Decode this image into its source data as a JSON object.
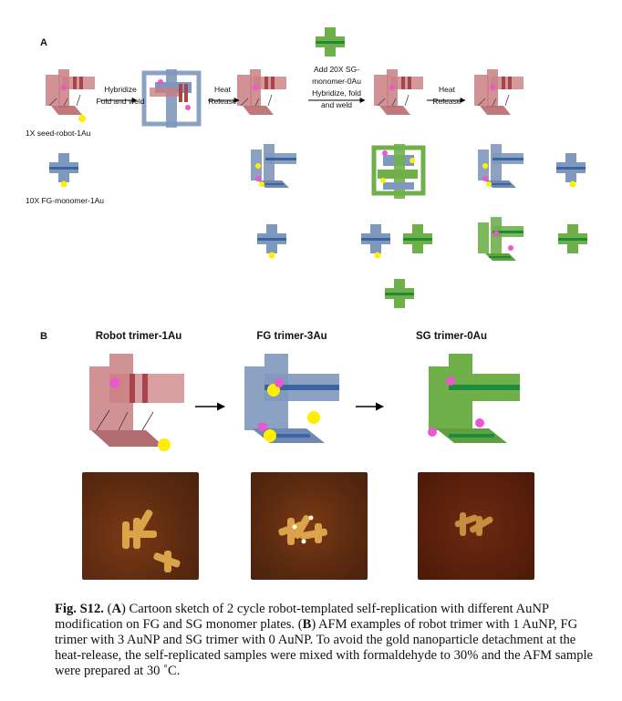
{
  "panel_a": {
    "label": "A",
    "step1": {
      "top": "Hybridize",
      "bottom": "Fold and weld"
    },
    "step2": {
      "top": "Heat",
      "bottom": "Release"
    },
    "step3": {
      "line1": "Add 20X SG-",
      "line2": "monomer-0Au",
      "line3": "Hybridize, fold",
      "line4": "and weld"
    },
    "step4": {
      "top": "Heat",
      "bottom": "Release"
    },
    "seed_label": "1X seed-robot-1Au",
    "monomer_label": "10X FG-monomer-1Au"
  },
  "panel_b": {
    "label": "B",
    "titles": [
      "Robot trimer-1Au",
      "FG trimer-3Au",
      "SG trimer-0Au"
    ]
  },
  "colors": {
    "robot": "#c97f82",
    "robot_dark": "#a8454b",
    "fg": "#7f98bd",
    "fg_dark": "#3c64a0",
    "sg": "#6fb04b",
    "sg_dark": "#1f8a3a",
    "aunp": "#ffee00",
    "marker": "#ee55d0"
  },
  "caption": {
    "fig": "Fig. S12.",
    "a_tag": "A",
    "a_text": "Cartoon sketch of 2 cycle robot-templated self-replication with different AuNP modification on FG and SG monomer plates.",
    "b_tag": "B",
    "b_text": "AFM examples of robot trimer with 1 AuNP, FG trimer with 3 AuNP and SG trimer with 0 AuNP. To avoid the gold nanoparticle detachment at the heat-release, the self-replicated samples were mixed with formaldehyde to 30% and the AFM sample were prepared at 30 ˚C."
  }
}
